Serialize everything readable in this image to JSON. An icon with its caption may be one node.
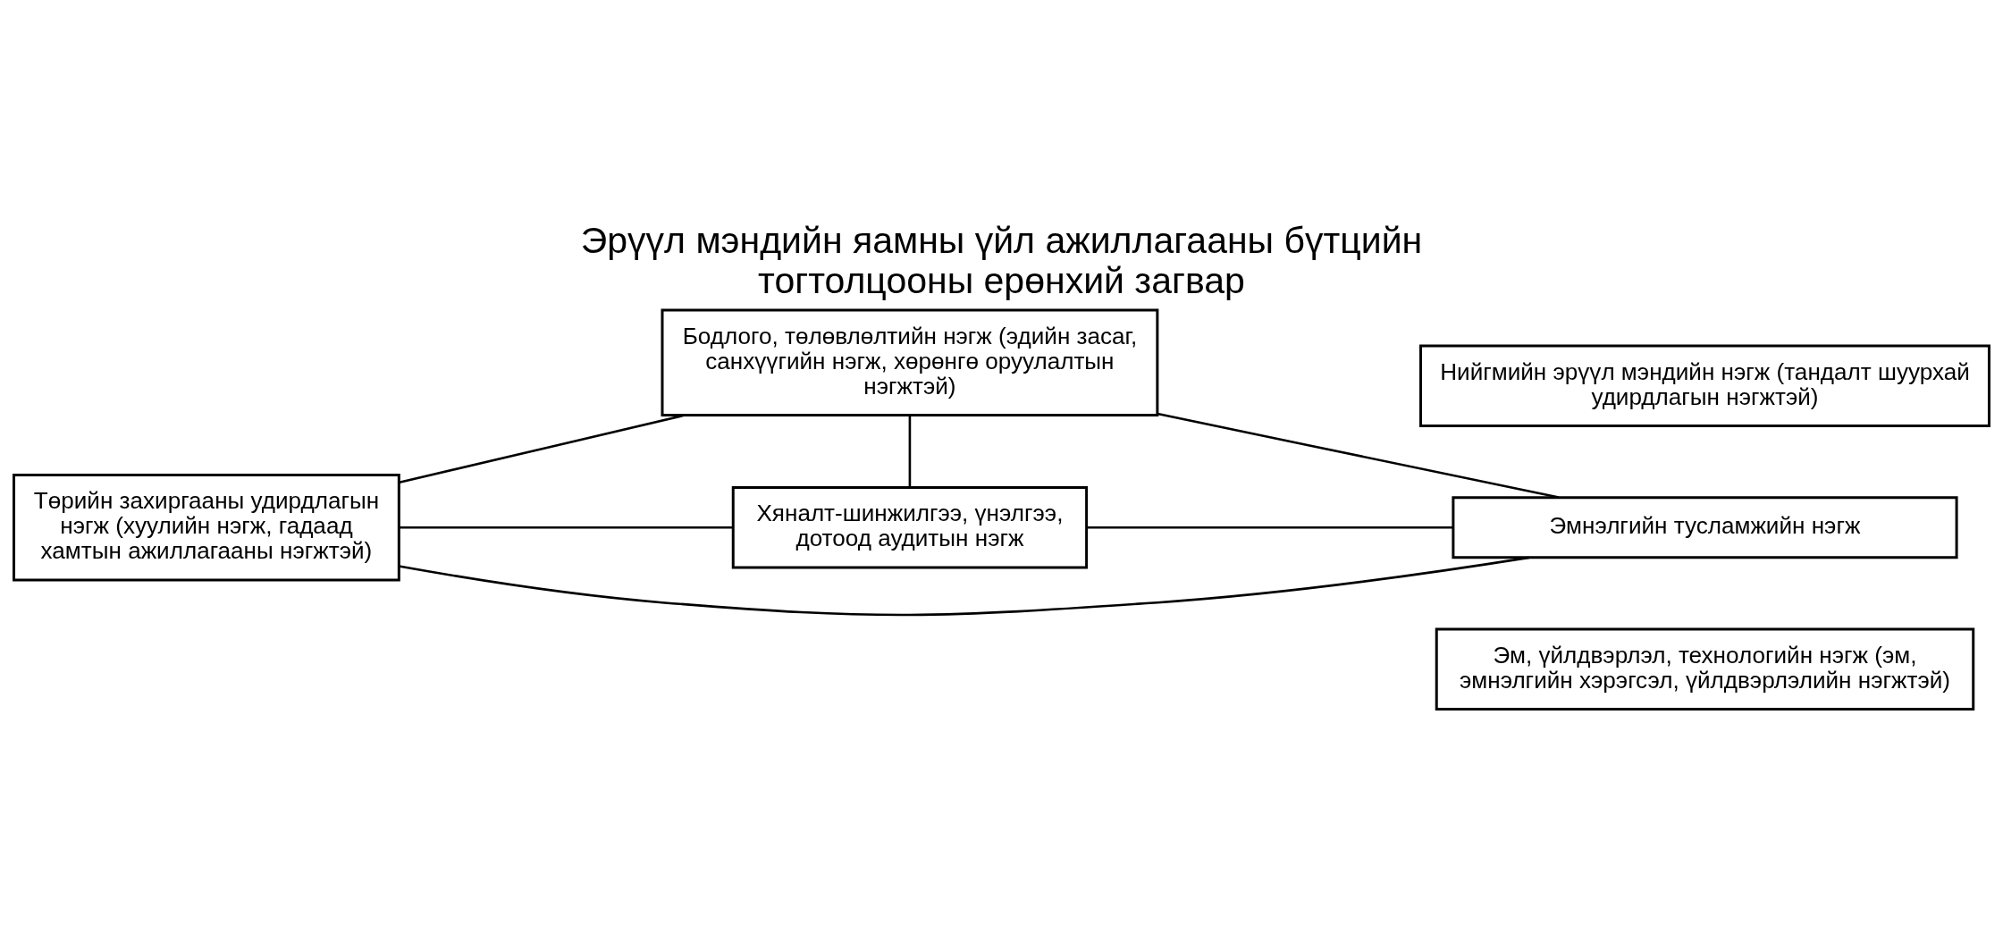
{
  "diagram": {
    "title": "Эрүүл мэндийн яамны үйл ажиллагааны бүтцийн тогтолцооны ерөнхий загвар",
    "nodes": [
      {
        "text": [
          "Бодлого, төлөвлөлтийн нэгж (эдийн засаг, санхүүгийн нэгж, хөрөнгө оруулалтын нэгжтэй)"
        ]
      },
      {
        "text": [
          "Төрийн захиргааны удирдлагын нэгж (хуулийн нэгж, гадаад хамтын ажиллагааны нэгжтэй)"
        ]
      },
      {
        "text": [
          "Нийгмийн эрүүл мэндийн нэгж (тандалт шуурхай удирдлагын нэгжтэй)"
        ]
      },
      {
        "text": [
          "Эмнэлгийн тусламжийн нэгж"
        ]
      },
      {
        "text": [
          "Эм, үйлдвэрлэл, технологийн нэгж (эм, эмнэлгийн хэрэгсэл, үйлдвэрлэлийн нэгжтэй)"
        ]
      },
      {
        "text": [
          "Хяналт-шинжилгээ, үнэлгээ, дотоод аудитын нэгж"
        ]
      }
    ],
    "edges": [
      {
        "from": 1,
        "to": 0,
        "arrow": "none"
      },
      {
        "from": 0,
        "to": 3,
        "arrow": "none"
      },
      {
        "from": 0,
        "to": 5,
        "arrow": "none"
      },
      {
        "from": 1,
        "to": 3,
        "arrow": "none"
      },
      {
        "from": 1,
        "to": 5,
        "arrow": "none"
      },
      {
        "from": 5,
        "to": 3,
        "arrow": "none"
      }
    ]
  }
}
